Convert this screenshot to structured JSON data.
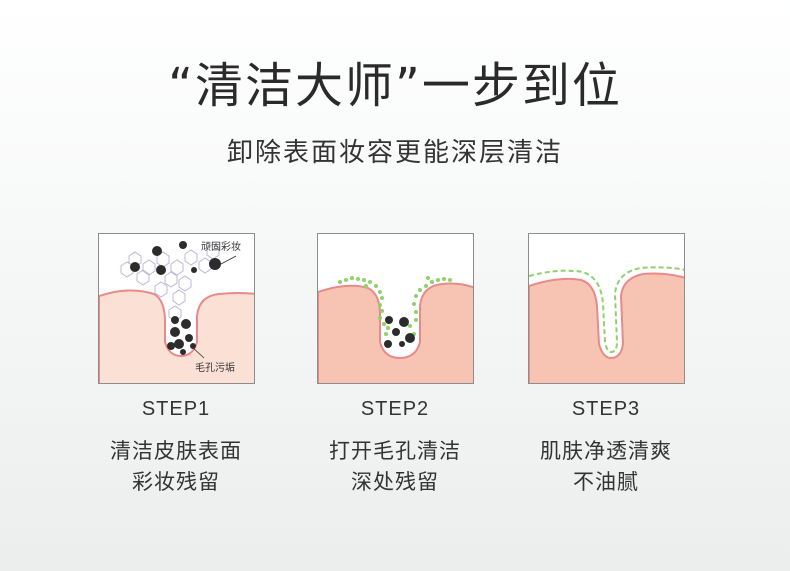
{
  "title": "“清洁大师”一步到位",
  "subtitle": "卸除表面妆容更能深层清洁",
  "steps": [
    {
      "step": "STEP1",
      "line1": "清洁皮肤表面",
      "line2": "彩妆残留",
      "labels": {
        "makeup": "顽固彩妆",
        "pore": "毛孔污垢"
      }
    },
    {
      "step": "STEP2",
      "line1": "打开毛孔清洁",
      "line2": "深处残留"
    },
    {
      "step": "STEP3",
      "line1": "肌肤净透清爽",
      "line2": "不油腻"
    }
  ],
  "colors": {
    "skin": "#f7c4b3",
    "skin_light": "#fbe0d6",
    "skin_edge": "#e98a8a",
    "bubble_green": "#8fd16a",
    "dirt": "#2c2c2c"
  }
}
